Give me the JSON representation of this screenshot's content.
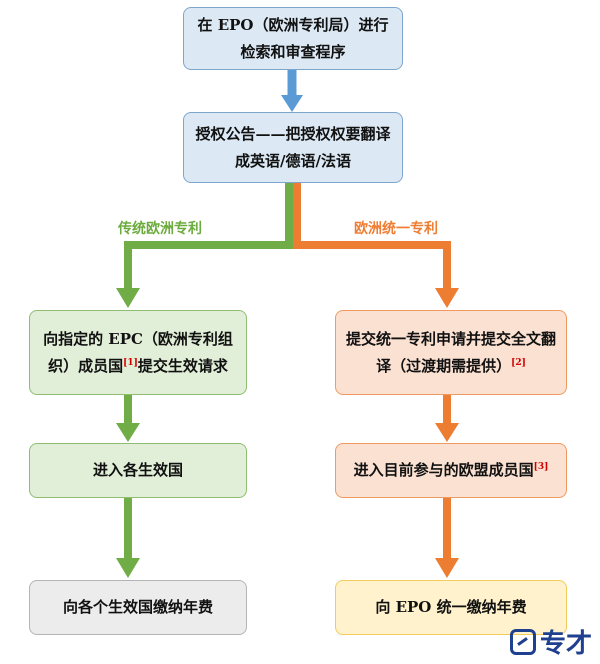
{
  "nodes": {
    "search_exam": {
      "text": "在 EPO（欧洲专利局）进行检索和审查程序"
    },
    "grant": {
      "text": "授权公告——把授权权要翻译成英语/德语/法语"
    },
    "epc_validation": {
      "text": "向指定的 EPC（欧洲专利组织）成员国",
      "ref": "[1]",
      "text_tail": "提交生效请求"
    },
    "enter_states": {
      "text": "进入各生效国"
    },
    "pay_fees_each": {
      "text": "向各个生效国缴纳年费"
    },
    "unitary_request": {
      "text": "提交统一专利申请并提交全文翻译（过渡期需提供）",
      "ref": "[2]"
    },
    "eu_states": {
      "text": "进入目前参与的欧盟成员国",
      "ref": "[3]"
    },
    "pay_fees_epo": {
      "text": "向 EPO 统一缴纳年费"
    }
  },
  "branches": {
    "left": "传统欧洲专利",
    "right": "欧洲统一专利"
  },
  "colors": {
    "blue": "#5b9bd5",
    "green": "#70ad47",
    "orange": "#ed7d31"
  },
  "logo": {
    "icon": "zhuancai-logo-icon",
    "text": "专才"
  }
}
